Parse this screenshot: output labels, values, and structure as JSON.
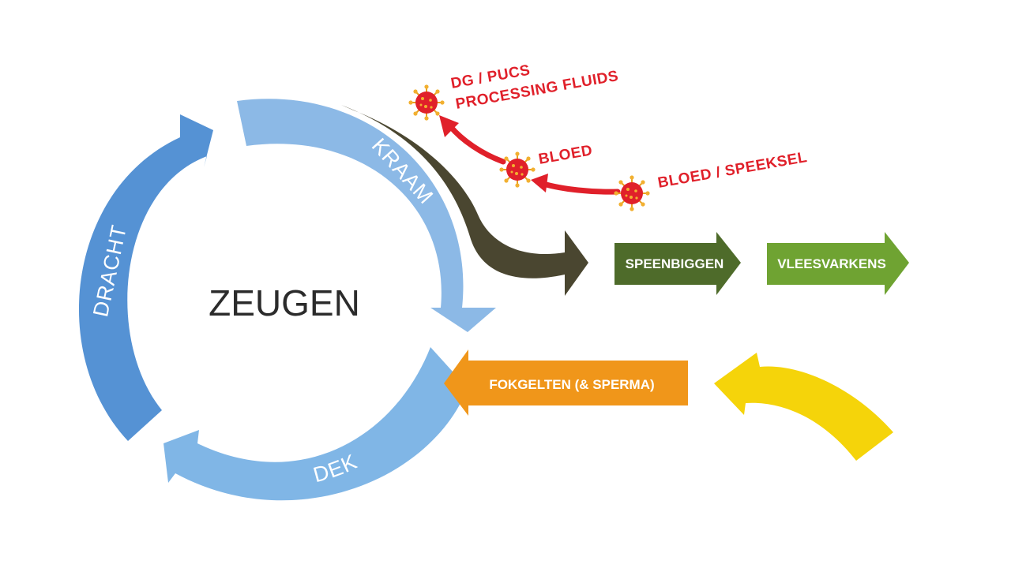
{
  "center_label": "ZEUGEN",
  "cycle": {
    "dracht": "DRACHT",
    "kraam": "KRAAM",
    "dek": "DEK"
  },
  "flow": {
    "speenbiggen": "SPEENBIGGEN",
    "vleesvarkens": "VLEESVARKENS",
    "fokgelten": "FOKGELTEN (& SPERMA)"
  },
  "virus_labels": {
    "top_line1": "DG / PUCS",
    "top_line2": "PROCESSING FLUIDS",
    "middle": "BLOED",
    "right": "BLOED / SPEEKSEL"
  },
  "colors": {
    "dracht": "#5592d4",
    "kraam": "#8cb9e6",
    "dek": "#80b6e6",
    "dark_outflow": "#4a4630",
    "speenbiggen": "#4e6b2a",
    "vleesvarkens": "#6fa332",
    "fokgelten": "#f0961a",
    "yellow": "#f5d40a",
    "virus_red": "#e0202a"
  }
}
